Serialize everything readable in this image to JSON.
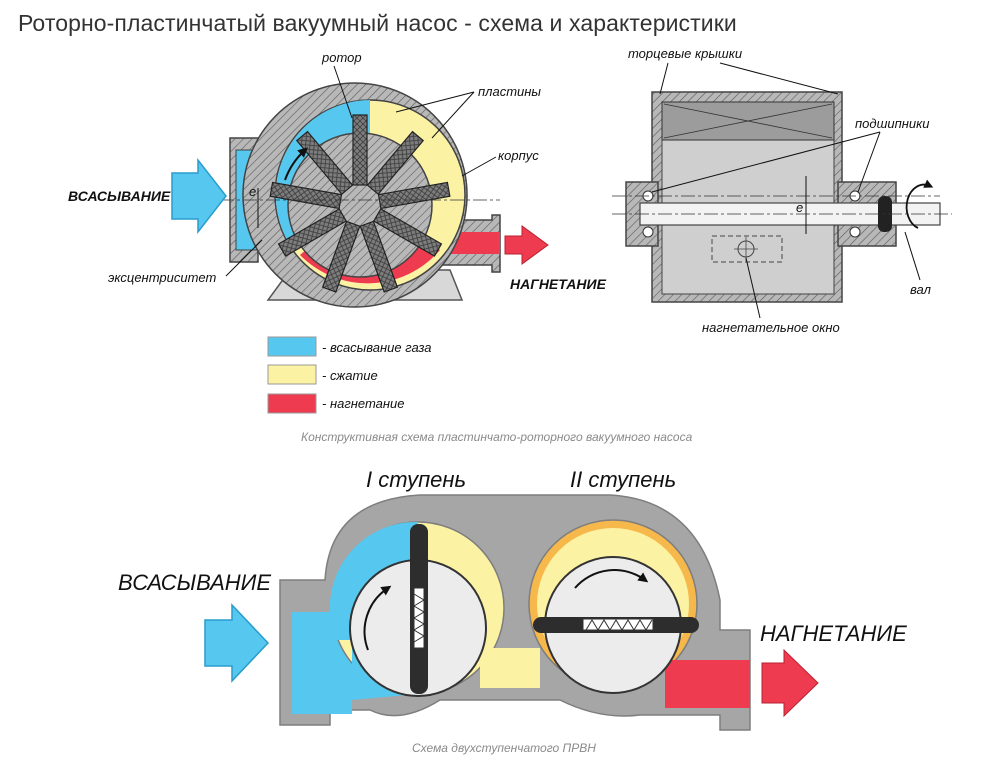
{
  "page": {
    "title": "Роторно-пластинчатый вакуумный насос - схема и характеристики"
  },
  "figure1": {
    "labels": {
      "rotor": "ротор",
      "plates": "пластины",
      "housing": "корпус",
      "suction": "ВСАСЫВАНИЕ",
      "discharge": "НАГНЕТАНИЕ",
      "eccentricity": "эксцентриситет",
      "e": "e",
      "end_caps": "торцевые крышки",
      "bearings": "подшипники",
      "shaft": "вал",
      "discharge_window": "нагнетательное окно",
      "e2": "e"
    },
    "legend": [
      {
        "color": "#56c7ee",
        "label": "- всасывание газа"
      },
      {
        "color": "#fbf2a4",
        "label": "- сжатие"
      },
      {
        "color": "#ee3b4f",
        "label": "- нагнетание"
      }
    ],
    "caption": "Конструктивная схема пластинчато-роторного вакуумного насоса"
  },
  "figure2": {
    "labels": {
      "stage1": "I ступень",
      "stage2": "II ступень",
      "suction": "ВСАСЫВАНИЕ",
      "discharge": "НАГНЕТАНИЕ"
    },
    "caption": "Схема двухступенчатого ПРВН"
  },
  "colors": {
    "suction": "#56c7ee",
    "compression": "#fbf2a4",
    "discharge": "#ee3b4f",
    "housing": "#a6a6a6",
    "stage2_ring": "#f7b84b"
  }
}
